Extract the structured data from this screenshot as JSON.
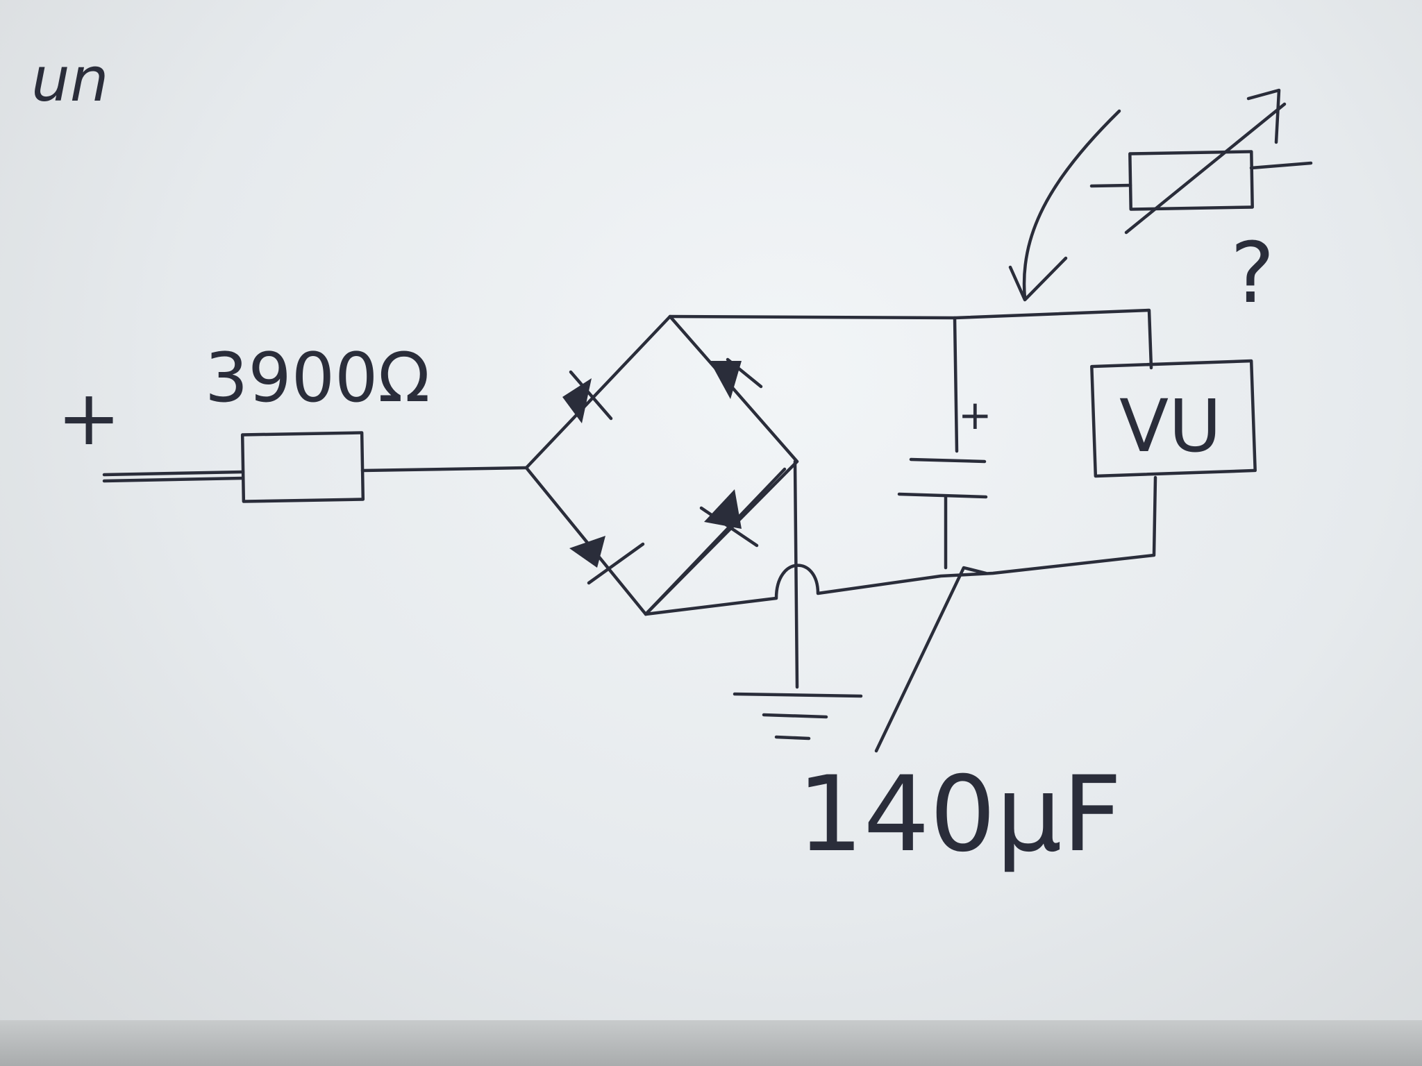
{
  "diagram": {
    "corner_note": "un",
    "input_polarity": "+",
    "resistor_label": "3900Ω",
    "capacitor_polarity": "+",
    "meter_label": "VU",
    "capacitor_value": "140μF",
    "question_mark": "?",
    "ink_color": "#2a2d3a",
    "paper_color": "#e9edf0"
  }
}
